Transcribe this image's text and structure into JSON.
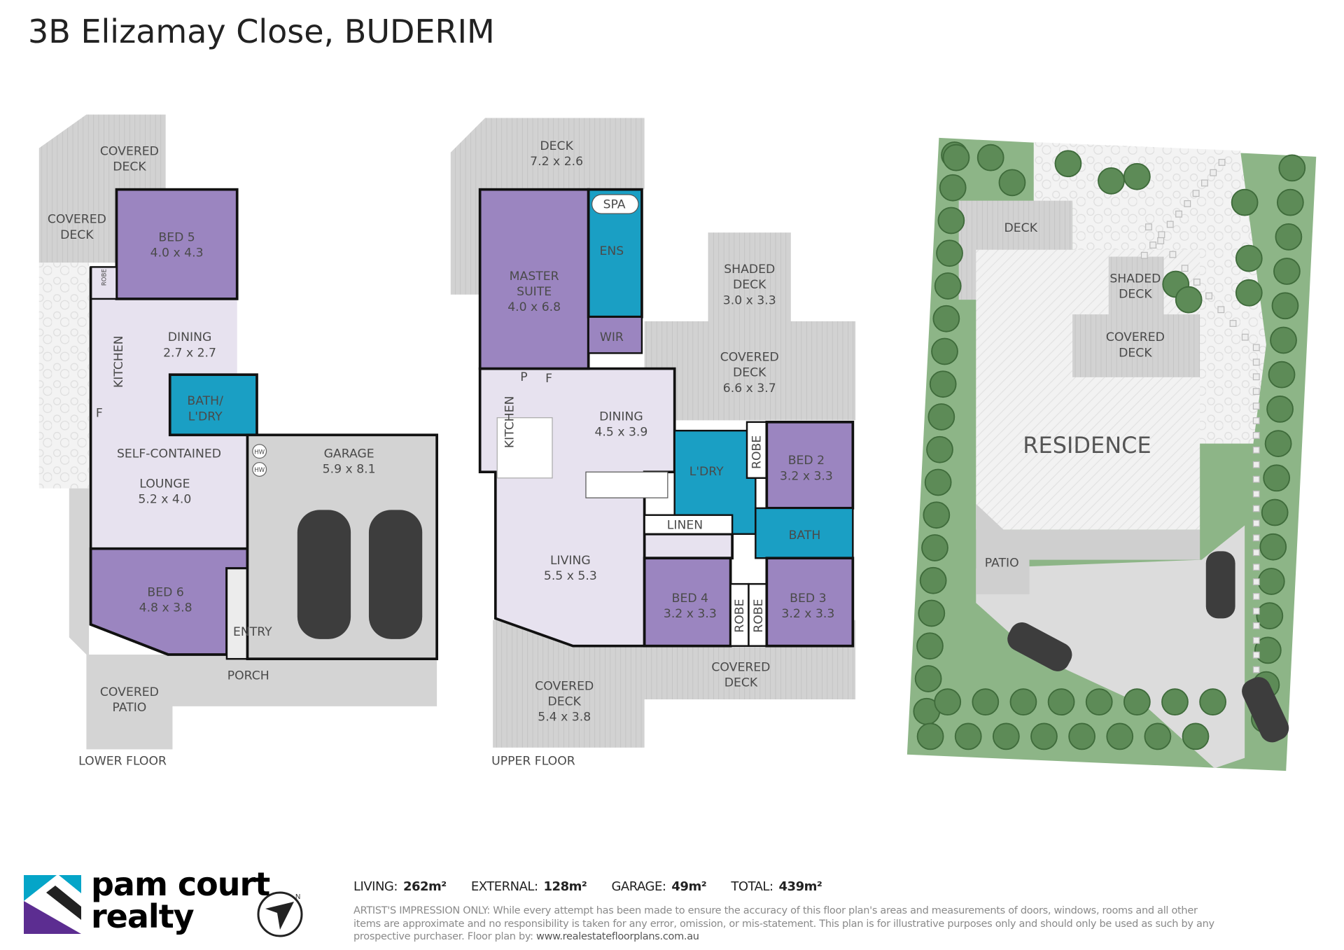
{
  "title": "3B Elizamay Close, BUDERIM",
  "lower_floor": {
    "label": "LOWER FLOOR",
    "covered_deck_top": [
      "COVERED",
      "DECK"
    ],
    "covered_deck_left": [
      "COVERED",
      "DECK"
    ],
    "bed5": [
      "BED 5",
      "4.0 x 4.3"
    ],
    "robe": "ROBE",
    "dining": [
      "DINING",
      "2.7 x 2.7"
    ],
    "kitchen": "KITCHEN",
    "fridge": "F",
    "bath": [
      "BATH/",
      "L'DRY"
    ],
    "self_contained": "SELF-CONTAINED",
    "lounge": [
      "LOUNGE",
      "5.2 x 4.0"
    ],
    "hw1": "HW",
    "hw2": "HW",
    "garage": [
      "GARAGE",
      "5.9 x 8.1"
    ],
    "bed6": [
      "BED 6",
      "4.8 x 3.8"
    ],
    "entry": "ENTRY",
    "porch": "PORCH",
    "covered_patio": [
      "COVERED",
      "PATIO"
    ]
  },
  "upper_floor": {
    "label": "UPPER FLOOR",
    "deck": [
      "DECK",
      "7.2 x 2.6"
    ],
    "spa": "SPA",
    "ens": "ENS",
    "master": [
      "MASTER",
      "SUITE",
      "4.0 x 6.8"
    ],
    "wir": "WIR",
    "shaded_deck": [
      "SHADED",
      "DECK",
      "3.0 x 3.3"
    ],
    "covered_deck_east": [
      "COVERED",
      "DECK",
      "6.6 x 3.7"
    ],
    "pantry": "P",
    "fridge": "F",
    "kitchen": "KITCHEN",
    "dining": [
      "DINING",
      "4.5 x 3.9"
    ],
    "laundry": "L'DRY",
    "robe1": "ROBE",
    "bed2": [
      "BED 2",
      "3.2 x 3.3"
    ],
    "linen": "LINEN",
    "bath": "BATH",
    "living": [
      "LIVING",
      "5.5 x 5.3"
    ],
    "bed4": [
      "BED 4",
      "3.2 x 3.3"
    ],
    "robe2": "ROBE",
    "robe3": "ROBE",
    "bed3": [
      "BED 3",
      "3.2 x 3.3"
    ],
    "covered_deck_south": [
      "COVERED",
      "DECK"
    ],
    "covered_deck_sw": [
      "COVERED",
      "DECK",
      "5.4 x 3.8"
    ]
  },
  "site": {
    "deck": "DECK",
    "shaded_deck": [
      "SHADED",
      "DECK"
    ],
    "covered_deck": [
      "COVERED",
      "DECK"
    ],
    "residence": "RESIDENCE",
    "patio": "PATIO"
  },
  "stats": {
    "living_label": "LIVING:",
    "living": "262m²",
    "external_label": "EXTERNAL:",
    "external": "128m²",
    "garage_label": "GARAGE:",
    "garage": "49m²",
    "total_label": "TOTAL:",
    "total": "439m²"
  },
  "disclaimer": "ARTIST'S IMPRESSION ONLY: While every attempt has been made to ensure the accuracy of this floor plan's areas and measurements of doors, windows, rooms and all other items are approximate and no responsibility is taken for any error, omission, or mis-statement. This plan is for illustrative purposes only and should only be used as such by any prospective purchaser. Floor plan by: ",
  "disclaimer_url": "www.realestatefloorplans.com.au",
  "brand": {
    "line1": "pam court",
    "line2": "realty"
  },
  "compass": {
    "north": "N"
  },
  "colors": {
    "bedroom": "#9b85c0",
    "living": "#e7e2ef",
    "wet": "#1a9fc4",
    "deck": "#cfcfcf",
    "lawn": "#8db587",
    "tree": "#5d8b57"
  }
}
